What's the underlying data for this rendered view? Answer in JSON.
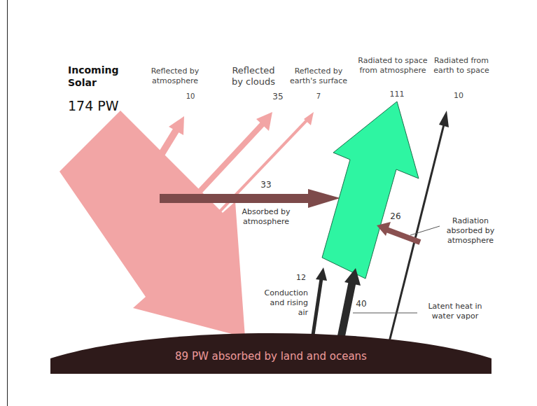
{
  "diagram": {
    "nodes": [
      {
        "text": [
          "89 PW absorbed by land and oceans"
        ]
      }
    ],
    "labels": [
      "Incoming Solar",
      "174 PW",
      "Reflected by atmosphere",
      "10",
      "Reflected by clouds",
      "35",
      "Reflected by earth's surface",
      "7",
      "Radiated to space from atmosphere",
      "111",
      "Radiated from earth to space",
      "10",
      "33",
      "Absorbed by atmosphere",
      "26",
      "Radiation absorbed by atmosphere",
      "12",
      "Conduction and rising air",
      "40",
      "Latent heat in water vapor"
    ]
  }
}
